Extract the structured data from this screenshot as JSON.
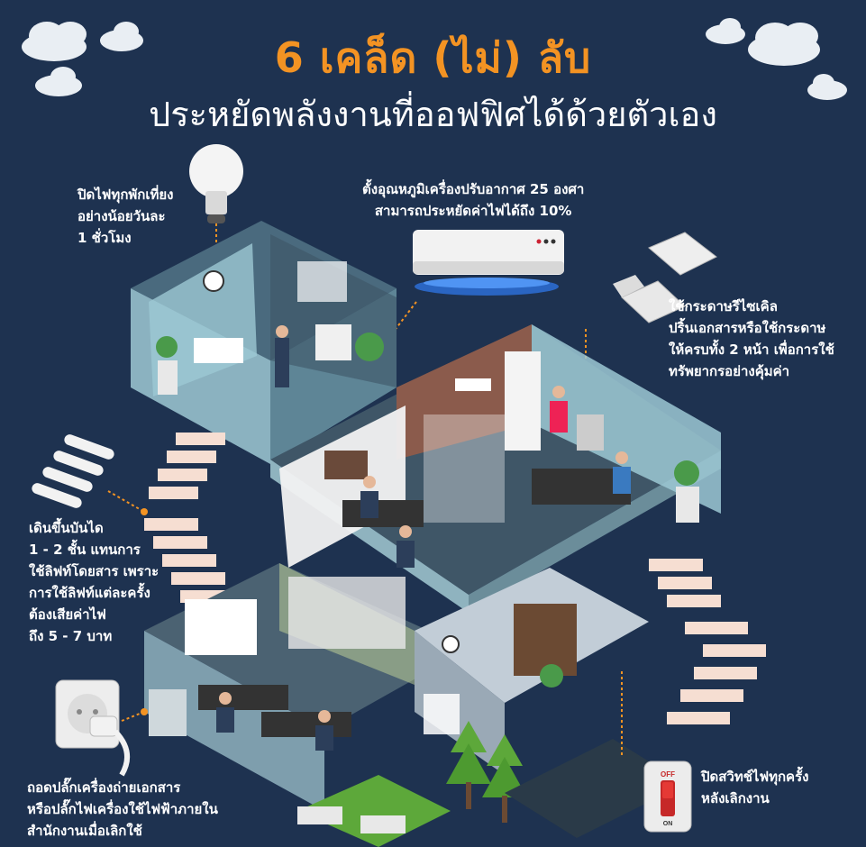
{
  "header": {
    "title": "6 เคล็ด (ไม่) ลับ",
    "subtitle": "ประหยัดพลังงานที่ออฟฟิศได้ด้วยตัวเอง"
  },
  "tips": {
    "lights_off": [
      "ปิดไฟทุกพักเที่ยง",
      "อย่างน้อยวันละ",
      "1 ชั่วโมง"
    ],
    "air_con": [
      "ตั้งอุณหภูมิเครื่องปรับอากาศ 25 องศา",
      "สามารถประหยัดค่าไฟได้ถึง 10%"
    ],
    "recycle_paper": [
      "ใช้กระดาษรีไซเคิล",
      "ปริ้นเอกสารหรือใช้กระดาษ",
      "ให้ครบทั้ง 2 หน้า เพื่อการใช้",
      "ทรัพยากรอย่างคุ้มค่า"
    ],
    "stairs": [
      "เดินขึ้นบันได",
      "1 - 2 ชั้น แทนการ",
      "ใช้ลิฟท์โดยสาร เพราะ",
      "การใช้ลิฟท์แต่ละครั้ง",
      "ต้องเสียค่าไฟ",
      "ถึง 5 - 7 บาท"
    ],
    "unplug": [
      "ถอดปลั๊กเครื่องถ่ายเอกสาร",
      "หรือปลั๊กไฟเครื่องใช้ไฟฟ้าภายใน",
      "สำนักงานเมื่อเลิกใช้"
    ],
    "switch_off": [
      "ปิดสวิทช์ไฟทุกครั้ง",
      "หลังเลิกงาน"
    ]
  },
  "switch": {
    "top_label": "OFF",
    "bottom_label": "ON"
  },
  "colors": {
    "background": "#1e3250",
    "accent": "#f39323",
    "text": "#ffffff",
    "glass": "#7fb8c9"
  }
}
